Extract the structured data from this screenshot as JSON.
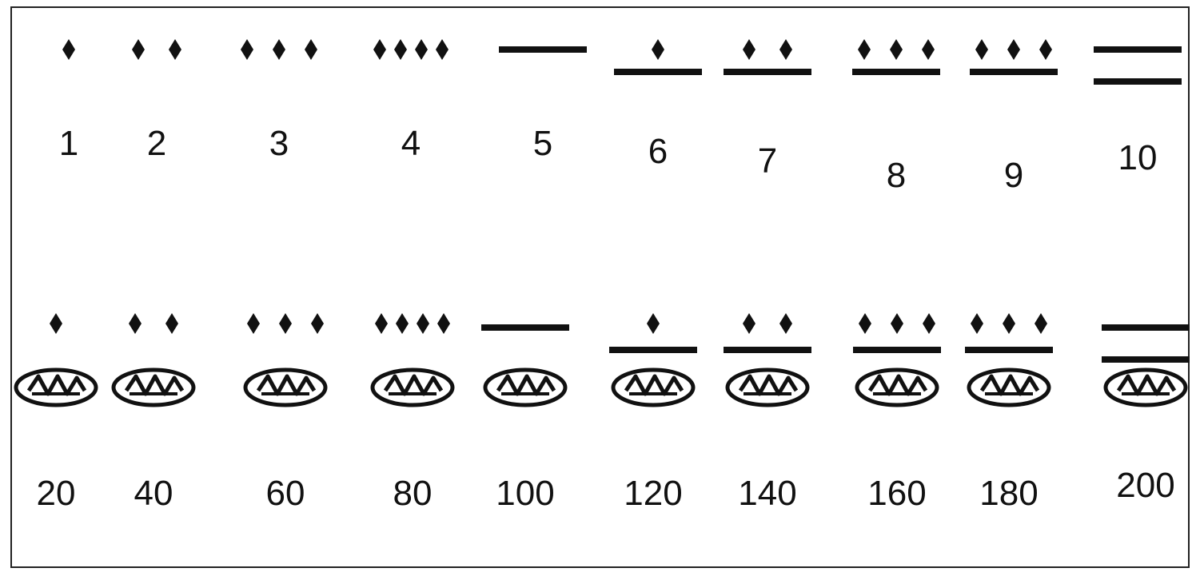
{
  "title": "",
  "colors": {
    "ink": "#111111",
    "frame": "#222222",
    "background": "#ffffff"
  },
  "rows": [
    {
      "row_id": "units",
      "cells": [
        {
          "value": "1",
          "dots": 1,
          "bars": 0,
          "shell": false
        },
        {
          "value": "2",
          "dots": 2,
          "bars": 0,
          "shell": false
        },
        {
          "value": "3",
          "dots": 3,
          "bars": 0,
          "shell": false
        },
        {
          "value": "4",
          "dots": 4,
          "bars": 0,
          "shell": false
        },
        {
          "value": "5",
          "dots": 0,
          "bars": 1,
          "shell": false
        },
        {
          "value": "6",
          "dots": 1,
          "bars": 1,
          "shell": false
        },
        {
          "value": "7",
          "dots": 2,
          "bars": 1,
          "shell": false
        },
        {
          "value": "8",
          "dots": 3,
          "bars": 1,
          "shell": false
        },
        {
          "value": "9",
          "dots": 3,
          "bars": 1,
          "shell": false
        },
        {
          "value": "10",
          "dots": 0,
          "bars": 2,
          "shell": false
        }
      ]
    },
    {
      "row_id": "twenties",
      "cells": [
        {
          "value": "20",
          "dots": 1,
          "bars": 0,
          "shell": true
        },
        {
          "value": "40",
          "dots": 2,
          "bars": 0,
          "shell": true
        },
        {
          "value": "60",
          "dots": 3,
          "bars": 0,
          "shell": true
        },
        {
          "value": "80",
          "dots": 4,
          "bars": 0,
          "shell": true
        },
        {
          "value": "100",
          "dots": 0,
          "bars": 1,
          "shell": true
        },
        {
          "value": "120",
          "dots": 1,
          "bars": 1,
          "shell": true
        },
        {
          "value": "140",
          "dots": 2,
          "bars": 1,
          "shell": true
        },
        {
          "value": "160",
          "dots": 3,
          "bars": 1,
          "shell": true
        },
        {
          "value": "180",
          "dots": 3,
          "bars": 1,
          "shell": true
        },
        {
          "value": "200",
          "dots": 0,
          "bars": 2,
          "shell": true
        }
      ]
    }
  ]
}
